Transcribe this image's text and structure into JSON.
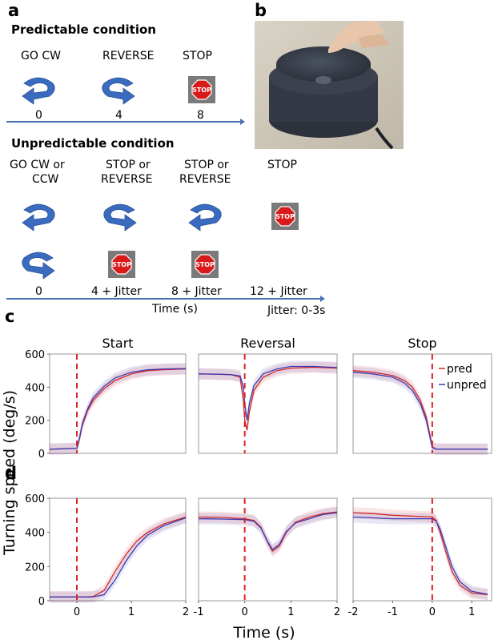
{
  "panel_a": {
    "letter": "a",
    "predictable": {
      "title": "Predictable condition",
      "labels": [
        "GO CW",
        "REVERSE",
        "STOP"
      ],
      "ticks": [
        "0",
        "4",
        "8"
      ]
    },
    "unpredictable": {
      "title": "Unpredictable condition",
      "labels": [
        [
          "GO CW or",
          "CCW"
        ],
        [
          "STOP or",
          "REVERSE"
        ],
        [
          "STOP or",
          "REVERSE"
        ],
        [
          "STOP",
          ""
        ]
      ],
      "ticks": [
        "0",
        "4 + Jitter",
        "8 + Jitter",
        "12 + Jitter"
      ],
      "axis_label": "Time (s)",
      "jitter_note": "Jitter: 0-3s"
    },
    "stop_sign_text": "STOP"
  },
  "panel_b": {
    "letter": "b"
  },
  "colors": {
    "pred": "#d62728",
    "unpred": "#3b3bb3",
    "arrow": "#3a6bbf",
    "onset": "#dd2222",
    "timeline": "#4a6fb5"
  },
  "chart_data": [
    {
      "type": "line",
      "panel": "c",
      "title": "Start",
      "x": [
        -0.5,
        0,
        0.05,
        0.1,
        0.2,
        0.3,
        0.5,
        0.7,
        1.0,
        1.3,
        1.6,
        2.0
      ],
      "series": [
        {
          "name": "pred",
          "values": [
            25,
            30,
            90,
            170,
            260,
            320,
            390,
            440,
            480,
            500,
            505,
            510
          ]
        },
        {
          "name": "unpred",
          "values": [
            25,
            30,
            95,
            180,
            270,
            335,
            405,
            455,
            490,
            505,
            510,
            512
          ]
        }
      ],
      "xlim": [
        -0.5,
        2
      ],
      "ylim": [
        0,
        600
      ],
      "xticks": [
        "0",
        "1",
        "2"
      ],
      "yticks": [
        "0",
        "200",
        "400",
        "600"
      ]
    },
    {
      "type": "line",
      "panel": "c",
      "title": "Reversal",
      "x": [
        -1,
        -0.6,
        -0.3,
        -0.1,
        -0.03,
        0,
        0.05,
        0.1,
        0.2,
        0.4,
        0.7,
        1.0,
        1.5,
        2.0
      ],
      "series": [
        {
          "name": "pred",
          "values": [
            480,
            478,
            475,
            460,
            320,
            200,
            140,
            250,
            380,
            460,
            500,
            515,
            520,
            515
          ]
        },
        {
          "name": "unpred",
          "values": [
            480,
            478,
            476,
            468,
            400,
            300,
            200,
            300,
            410,
            480,
            510,
            525,
            525,
            518
          ]
        }
      ],
      "xlim": [
        -1,
        2
      ],
      "ylim": [
        0,
        600
      ],
      "xticks": [
        "-1",
        "0",
        "1",
        "2"
      ],
      "yticks": [
        "0",
        "200",
        "400",
        "600"
      ]
    },
    {
      "type": "line",
      "panel": "c",
      "title": "Stop",
      "x": [
        -2,
        -1.5,
        -1.0,
        -0.7,
        -0.5,
        -0.3,
        -0.15,
        -0.05,
        0,
        0.1,
        0.5,
        1.4
      ],
      "series": [
        {
          "name": "pred",
          "values": [
            500,
            490,
            470,
            440,
            400,
            320,
            220,
            100,
            40,
            25,
            25,
            25
          ]
        },
        {
          "name": "unpred",
          "values": [
            490,
            480,
            460,
            425,
            380,
            300,
            200,
            90,
            35,
            25,
            25,
            25
          ]
        }
      ],
      "xlim": [
        -2,
        1.5
      ],
      "ylim": [
        0,
        600
      ],
      "xticks": [
        "-2",
        "-1",
        "0",
        "1"
      ],
      "yticks": [
        "0",
        "200",
        "400",
        "600"
      ]
    },
    {
      "type": "line",
      "panel": "d",
      "x": [
        -0.5,
        0,
        0.2,
        0.3,
        0.5,
        0.7,
        0.9,
        1.1,
        1.3,
        1.6,
        2.0
      ],
      "series": [
        {
          "name": "pred",
          "values": [
            22,
            22,
            23,
            25,
            60,
            170,
            270,
            350,
            400,
            450,
            490
          ]
        },
        {
          "name": "unpred",
          "values": [
            22,
            22,
            22,
            23,
            35,
            120,
            230,
            320,
            385,
            440,
            485
          ]
        }
      ],
      "xlim": [
        -0.5,
        2
      ],
      "ylim": [
        0,
        600
      ],
      "xticks": [
        "0",
        "1",
        "2"
      ],
      "yticks": [
        "0",
        "200",
        "400",
        "600"
      ]
    },
    {
      "type": "line",
      "panel": "d",
      "x": [
        -1,
        -0.5,
        0,
        0.2,
        0.35,
        0.5,
        0.6,
        0.75,
        0.9,
        1.1,
        1.4,
        1.7,
        2.0
      ],
      "series": [
        {
          "name": "pred",
          "values": [
            490,
            488,
            480,
            470,
            430,
            340,
            290,
            320,
            400,
            460,
            490,
            510,
            520
          ]
        },
        {
          "name": "unpred",
          "values": [
            480,
            478,
            475,
            465,
            425,
            345,
            300,
            330,
            405,
            455,
            480,
            505,
            515
          ]
        }
      ],
      "xlim": [
        -1,
        2
      ],
      "ylim": [
        0,
        600
      ],
      "xticks": [
        "-1",
        "0",
        "1",
        "2"
      ],
      "yticks": [
        "0",
        "200",
        "400",
        "600"
      ]
    },
    {
      "type": "line",
      "panel": "d",
      "x": [
        -2,
        -1.5,
        -1.0,
        -0.5,
        0,
        0.1,
        0.2,
        0.35,
        0.5,
        0.7,
        1.0,
        1.4
      ],
      "series": [
        {
          "name": "pred",
          "values": [
            515,
            510,
            500,
            495,
            490,
            470,
            400,
            280,
            170,
            90,
            45,
            35
          ]
        },
        {
          "name": "unpred",
          "values": [
            490,
            485,
            480,
            480,
            480,
            465,
            420,
            310,
            200,
            110,
            55,
            38
          ]
        }
      ],
      "xlim": [
        -2,
        1.5
      ],
      "ylim": [
        0,
        600
      ],
      "xticks": [
        "-2",
        "-1",
        "0",
        "1"
      ],
      "yticks": [
        "0",
        "200",
        "400",
        "600"
      ]
    }
  ],
  "panel_c": {
    "letter": "c"
  },
  "panel_d": {
    "letter": "d"
  },
  "axes": {
    "ylabel": "Turning speed (deg/s)",
    "xlabel": "Time (s)"
  },
  "legend": [
    "pred",
    "unpred"
  ]
}
